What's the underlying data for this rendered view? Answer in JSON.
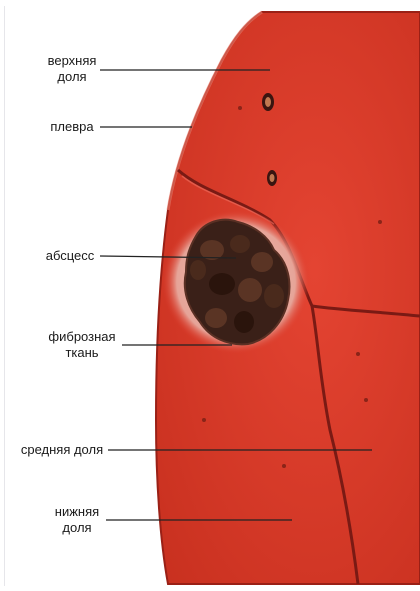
{
  "labels": {
    "upper_lobe": [
      "верхняя",
      "доля"
    ],
    "pleura": "плевра",
    "abscess": "абсцесс",
    "fibrous_tissue": [
      "фиброзная",
      "ткань"
    ],
    "middle_lobe": "средняя доля",
    "lower_lobe": [
      "нижняя",
      "доля"
    ]
  },
  "colors": {
    "tissue": "#dc3a2a",
    "tissue_dark": "#b8261c",
    "fissure": "#7a1a14",
    "abscess": "#3a2018",
    "fibrous": "#e8c0b8",
    "leader": "#222222"
  }
}
